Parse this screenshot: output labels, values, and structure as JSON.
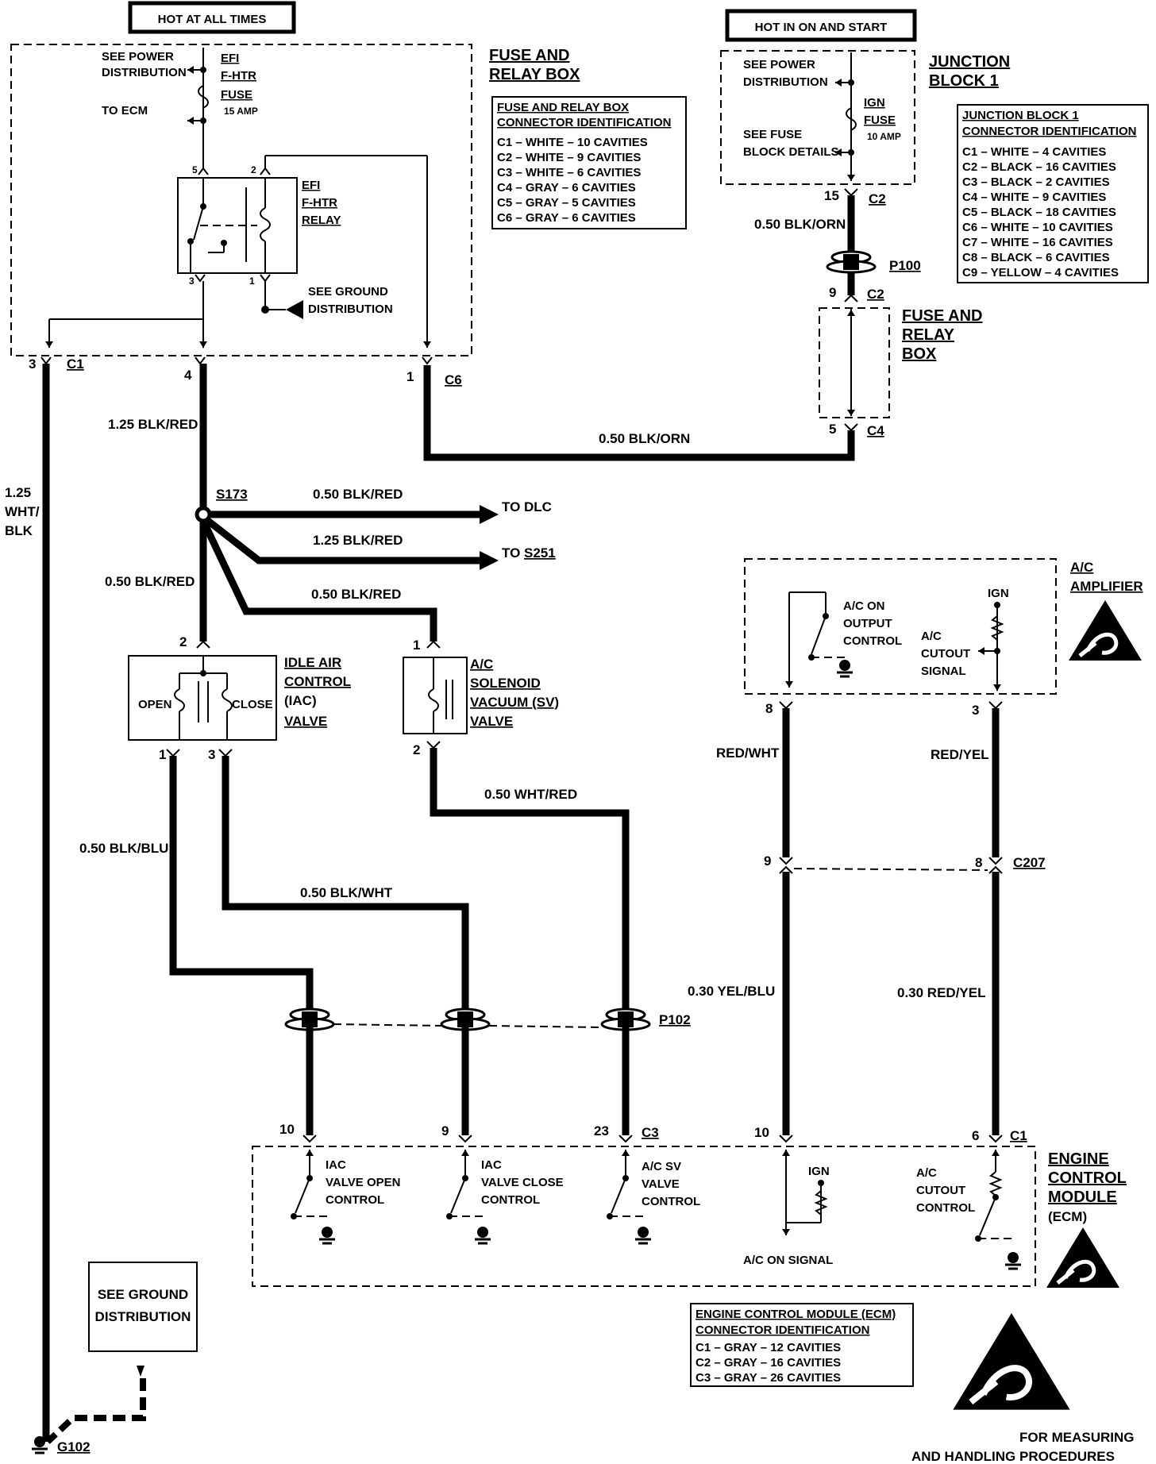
{
  "power": {
    "hot_at_all_times": "HOT AT ALL TIMES",
    "hot_in_on_and_start": "HOT IN ON AND START"
  },
  "fuse_relay_box": {
    "title_line1": "FUSE AND",
    "title_line2": "RELAY BOX",
    "see_power_line1": "SEE POWER",
    "see_power_line2": "DISTRIBUTION",
    "to_ecm": "TO ECM",
    "fuse_name": [
      "EFI",
      "F-HTR",
      "FUSE"
    ],
    "fuse_rating": "15 AMP",
    "relay_name": [
      "EFI",
      "F-HTR",
      "RELAY"
    ],
    "relay_pins": [
      "5",
      "2",
      "3",
      "1"
    ],
    "see_ground_line1": "SEE GROUND",
    "see_ground_line2": "DISTRIBUTION",
    "connector_id": {
      "title_line1": "FUSE AND RELAY BOX",
      "title_line2": "CONNECTOR IDENTIFICATION",
      "rows": [
        "C1 – WHITE – 10 CAVITIES",
        "C2 – WHITE – 9 CAVITIES",
        "C3 – WHITE – 6 CAVITIES",
        "C4 – GRAY – 6 CAVITIES",
        "C5 – GRAY – 5 CAVITIES",
        "C6 – GRAY – 6 CAVITIES"
      ]
    }
  },
  "junction_block": {
    "title_line1": "JUNCTION",
    "title_line2": "BLOCK 1",
    "see_power_line1": "SEE POWER",
    "see_power_line2": "DISTRIBUTION",
    "see_fuse_line1": "SEE FUSE",
    "see_fuse_line2": "BLOCK DETAILS",
    "fuse_name": [
      "IGN",
      "FUSE"
    ],
    "fuse_rating": "10 AMP",
    "connector_id": {
      "title_line1": "JUNCTION BLOCK 1",
      "title_line2": "CONNECTOR IDENTIFICATION",
      "rows": [
        "C1 – WHITE – 4 CAVITIES",
        "C2 – BLACK – 16 CAVITIES",
        "C3 – BLACK – 2 CAVITIES",
        "C4 – WHITE – 9 CAVITIES",
        "C5 – BLACK – 18 CAVITIES",
        "C6 – WHITE – 10 CAVITIES",
        "C7 – WHITE – 16 CAVITIES",
        "C8 – BLACK – 6 CAVITIES",
        "C9 – YELLOW – 4 CAVITIES"
      ]
    }
  },
  "fuse_relay_box_2": {
    "title": [
      "FUSE AND",
      "RELAY",
      "BOX"
    ]
  },
  "connectors": {
    "c1": "C1",
    "c6": "C6",
    "c2": "C2",
    "c4": "C4",
    "c3": "C3",
    "c207": "C207",
    "p100": "P100",
    "p102": "P102",
    "pin3": "3",
    "pin4": "4",
    "pin1": "1",
    "pin15": "15",
    "pin9": "9",
    "pin5": "5",
    "iac_pin2": "2",
    "iac_pin1": "1",
    "iac_pin3": "3",
    "sv_pin1": "1",
    "sv_pin2": "2",
    "amp_pin8": "8",
    "amp_pin3": "3",
    "c207_pin9": "9",
    "c207_pin8": "8",
    "ecm_pin10a": "10",
    "ecm_pin9": "9",
    "ecm_pin23": "23",
    "ecm_pin10b": "10",
    "ecm_pin6": "6"
  },
  "wires": {
    "w_125_whtblk": [
      "1.25",
      "WHT/",
      "BLK"
    ],
    "w_125_blkred_top": "1.25 BLK/RED",
    "w_050_blkorn_c6": "0.50 BLK/ORN",
    "w_050_blkorn_top": "0.50 BLK/ORN",
    "w_050_blkred_dlc": "0.50 BLK/RED",
    "w_125_blkred_s251": "1.25 BLK/RED",
    "w_050_blkred_iac": "0.50 BLK/RED",
    "w_050_blkred_sv": "0.50 BLK/RED",
    "w_050_whtred": "0.50 WHT/RED",
    "w_050_blkblu": "0.50 BLK/BLU",
    "w_050_blkwht": "0.50 BLK/WHT",
    "w_redwht": "RED/WHT",
    "w_redyel": "RED/YEL",
    "w_030_yelblu": "0.30 YEL/BLU",
    "w_030_redyel": "0.30 RED/YEL"
  },
  "splice": {
    "s173": "S173",
    "to_dlc": "TO DLC",
    "to_s251_prefix": "TO",
    "to_s251_ref": "S251"
  },
  "iac": {
    "title": [
      "IDLE AIR",
      "CONTROL",
      "(IAC)",
      "VALVE"
    ],
    "open": "OPEN",
    "close": "CLOSE"
  },
  "sv": {
    "title": [
      "A/C",
      "SOLENOID",
      "VACUUM (SV)",
      "VALVE"
    ]
  },
  "amplifier": {
    "title": [
      "A/C",
      "AMPLIFIER"
    ],
    "on_output": [
      "A/C ON",
      "OUTPUT",
      "CONTROL"
    ],
    "ign": "IGN",
    "cutout_signal": [
      "A/C",
      "CUTOUT",
      "SIGNAL"
    ]
  },
  "ecm": {
    "title": [
      "ENGINE",
      "CONTROL",
      "MODULE",
      "(ECM)"
    ],
    "iac_open": [
      "IAC",
      "VALVE OPEN",
      "CONTROL"
    ],
    "iac_close": [
      "IAC",
      "VALVE CLOSE",
      "CONTROL"
    ],
    "sv_control": [
      "A/C SV",
      "VALVE",
      "CONTROL"
    ],
    "ign": "IGN",
    "ac_on_signal": "A/C ON SIGNAL",
    "cutout_control": [
      "A/C",
      "CUTOUT",
      "CONTROL"
    ],
    "connector_id": {
      "title_line1": "ENGINE CONTROL MODULE (ECM)",
      "title_line2": "CONNECTOR IDENTIFICATION",
      "rows": [
        "C1 – GRAY – 12 CAVITIES",
        "C2 – GRAY – 16 CAVITIES",
        "C3 – GRAY – 26 CAVITIES"
      ]
    }
  },
  "ground": {
    "see_ground_line1": "SEE GROUND",
    "see_ground_line2": "DISTRIBUTION",
    "g102": "G102"
  },
  "esd_note": {
    "line1": "FOR MEASURING",
    "line2": "AND HANDLING PROCEDURES"
  }
}
